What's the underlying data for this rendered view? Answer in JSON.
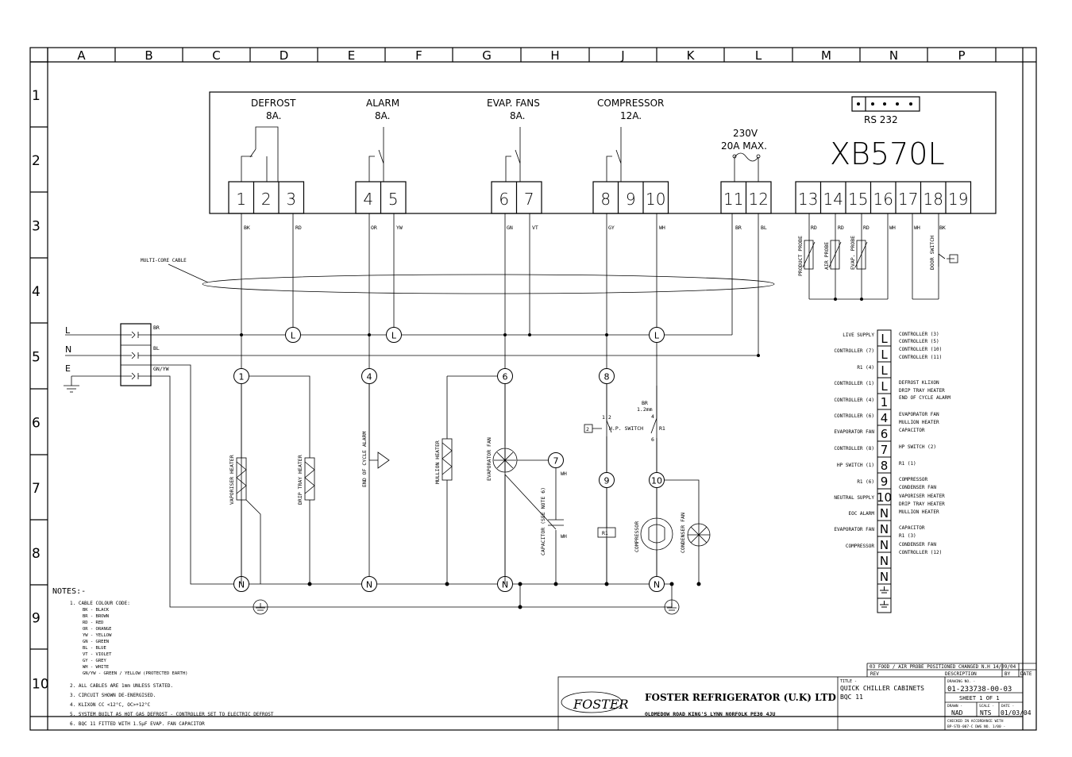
{
  "columns": [
    "A",
    "B",
    "C",
    "D",
    "E",
    "F",
    "G",
    "H",
    "J",
    "K",
    "L",
    "M",
    "N",
    "P"
  ],
  "rows": [
    "1",
    "2",
    "3",
    "4",
    "5",
    "6",
    "7",
    "8",
    "9",
    "10"
  ],
  "controller": {
    "model": "XB570L",
    "rs232": "RS 232",
    "relays": [
      {
        "label": "DEFROST",
        "rating": "8A."
      },
      {
        "label": "ALARM",
        "rating": "8A."
      },
      {
        "label": "EVAP. FANS",
        "rating": "8A."
      },
      {
        "label": "COMPRESSOR",
        "rating": "12A."
      }
    ],
    "supply_label": "230V",
    "supply_rating": "20A MAX.",
    "terminals": [
      "1",
      "2",
      "3",
      "4",
      "5",
      "6",
      "7",
      "8",
      "9",
      "10",
      "11",
      "12",
      "13",
      "14",
      "15",
      "16",
      "17",
      "18",
      "19"
    ]
  },
  "wire_colours": {
    "t1": "BK",
    "t3": "RD",
    "t4": "OR",
    "t5": "YW",
    "t6": "GN",
    "t7": "VT",
    "t8": "GY",
    "t10": "WH",
    "t11": "BR",
    "t12": "BL",
    "t13": "RD",
    "t14": "RD",
    "t15": "RD",
    "t16": "WH",
    "t17": "WH",
    "t18": "BK"
  },
  "probes": [
    "PRODUCT PROBE",
    "AIR PROBE",
    "EVAP. PROBE",
    "DOOR SWITCH"
  ],
  "cable_label": "MULTI-CORE CABLE",
  "supply": {
    "L": "L",
    "N": "N",
    "E": "E",
    "bl_br": "BR",
    "bl_bl": "BL",
    "bl_gy": "GN/YW"
  },
  "terminal_marks": {
    "L": "L",
    "N": "N",
    "t1": "1",
    "t4": "4",
    "t6": "6",
    "t7": "7",
    "t8": "8",
    "t9": "9",
    "t10": "10"
  },
  "components": {
    "vap_heater": "VAPORISER HEATER",
    "drip_heater": "DRIP TRAY HEATER",
    "eoc_alarm": "END OF CYCLE ALARM",
    "mullion": "MULLION HEATER",
    "evap_fan": "EVAPORATOR FAN",
    "capacitor": "CAPACITOR (SEE NOTE 6)",
    "wh1": "WH",
    "wh2": "WH",
    "hp_switch": "H.P. SWITCH",
    "hp_num": "2",
    "hp_small": "1.2",
    "r1": "R1",
    "r1b": "R1",
    "br_label": "BR",
    "br_len": "1.2mm",
    "r1_4": "4",
    "r1_6": "6",
    "compressor": "COMPRESSOR",
    "cond_fan": "CONDENSER FAN"
  },
  "legend": {
    "left": [
      "LIVE SUPPLY",
      "CONTROLLER (7)",
      "R1 (4)",
      "CONTROLLER (1)",
      "CONTROLLER (4)",
      "CONTROLLER (6)",
      "EVAPORATOR FAN",
      "CONTROLLER (8)",
      "HP SWITCH (1)",
      "R1 (6)",
      "NEUTRAL SUPPLY",
      "EOC ALARM",
      "EVAPORATOR FAN",
      "COMPRESSOR"
    ],
    "right": [
      "CONTROLLER (3)",
      "CONTROLLER (5)",
      "CONTROLLER (10)",
      "CONTROLLER (11)",
      "DEFROST KLIXON",
      "DRIP TRAY HEATER",
      "END OF CYCLE ALARM",
      "EVAPORATOR FAN",
      "MULLION HEATER",
      "CAPACITOR",
      "HP SWITCH (2)",
      "R1 (1)",
      "COMPRESSOR",
      "CONDENSER FAN",
      "VAPORISER HEATER",
      "DRIP TRAY HEATER",
      "MULLION HEATER",
      "CAPACITOR",
      "R1 (3)",
      "CONDENSER FAN",
      "CONTROLLER (12)"
    ],
    "blocks": [
      "L",
      "L",
      "L",
      "L",
      "1",
      "4",
      "6",
      "7",
      "8",
      "9",
      "10",
      "N",
      "N",
      "N",
      "N",
      "N"
    ]
  },
  "notes": {
    "heading": "NOTES:-",
    "n1": "1. CABLE COLOUR CODE:",
    "codes": [
      "BK - BLACK",
      "BR - BROWN",
      "RD - RED",
      "OR - ORANGE",
      "YW - YELLOW",
      "GN - GREEN",
      "BL - BLUE",
      "VT - VIOLET",
      "GY - GREY",
      "WH - WHITE",
      "GN/YW - GREEN / YELLOW (PROTECTED EARTH)"
    ],
    "n2": "2. ALL CABLES ARE 1mm UNLESS STATED.",
    "n3": "3. CIRCUIT SHOWN DE-ENERGISED.",
    "n4": "4. KLIXON CC <12°C, OC>+12°C",
    "n5": "5. SYSTEM BUILT AS HOT GAS DEFROST - CONTROLLER SET TO ELECTRIC DEFROST",
    "n6": "6. BQC 11 FITTED WITH 1.5µF EVAP. FAN CAPACITOR"
  },
  "titleblock": {
    "logo": "FOSTER",
    "company": "FOSTER REFRIGERATOR (U.K) LTD",
    "address": "OLDMEDOW ROAD   KING'S LYNN   NORFOLK   PE30 4JU",
    "title_label": "TITLE -",
    "title1": "QUICK CHILLER CABINETS",
    "title2": "BQC 11",
    "rev_row": "03  FOOD / AIR PROBE POSITIONED CHANGED  N.H  14/09/04",
    "rev": "REV",
    "description": "DESCRIPTION",
    "by": "BY",
    "date": "DATE",
    "drawing_no_label": "DRAWING NO. -",
    "drawing_no": "01-233738-00-03",
    "sheet": "SHEET  1  OF  1",
    "drawn_label": "DRAWN -",
    "scale_label": "SCALE -",
    "date_label": "DATE -",
    "drawn": "NAD",
    "scale": "NTS",
    "date_val": "01/03/04",
    "fine1": "CHECKED IN ACCORDANCE WITH",
    "fine2": "BP-STD-007-C DWG NO. 1/00 -"
  }
}
